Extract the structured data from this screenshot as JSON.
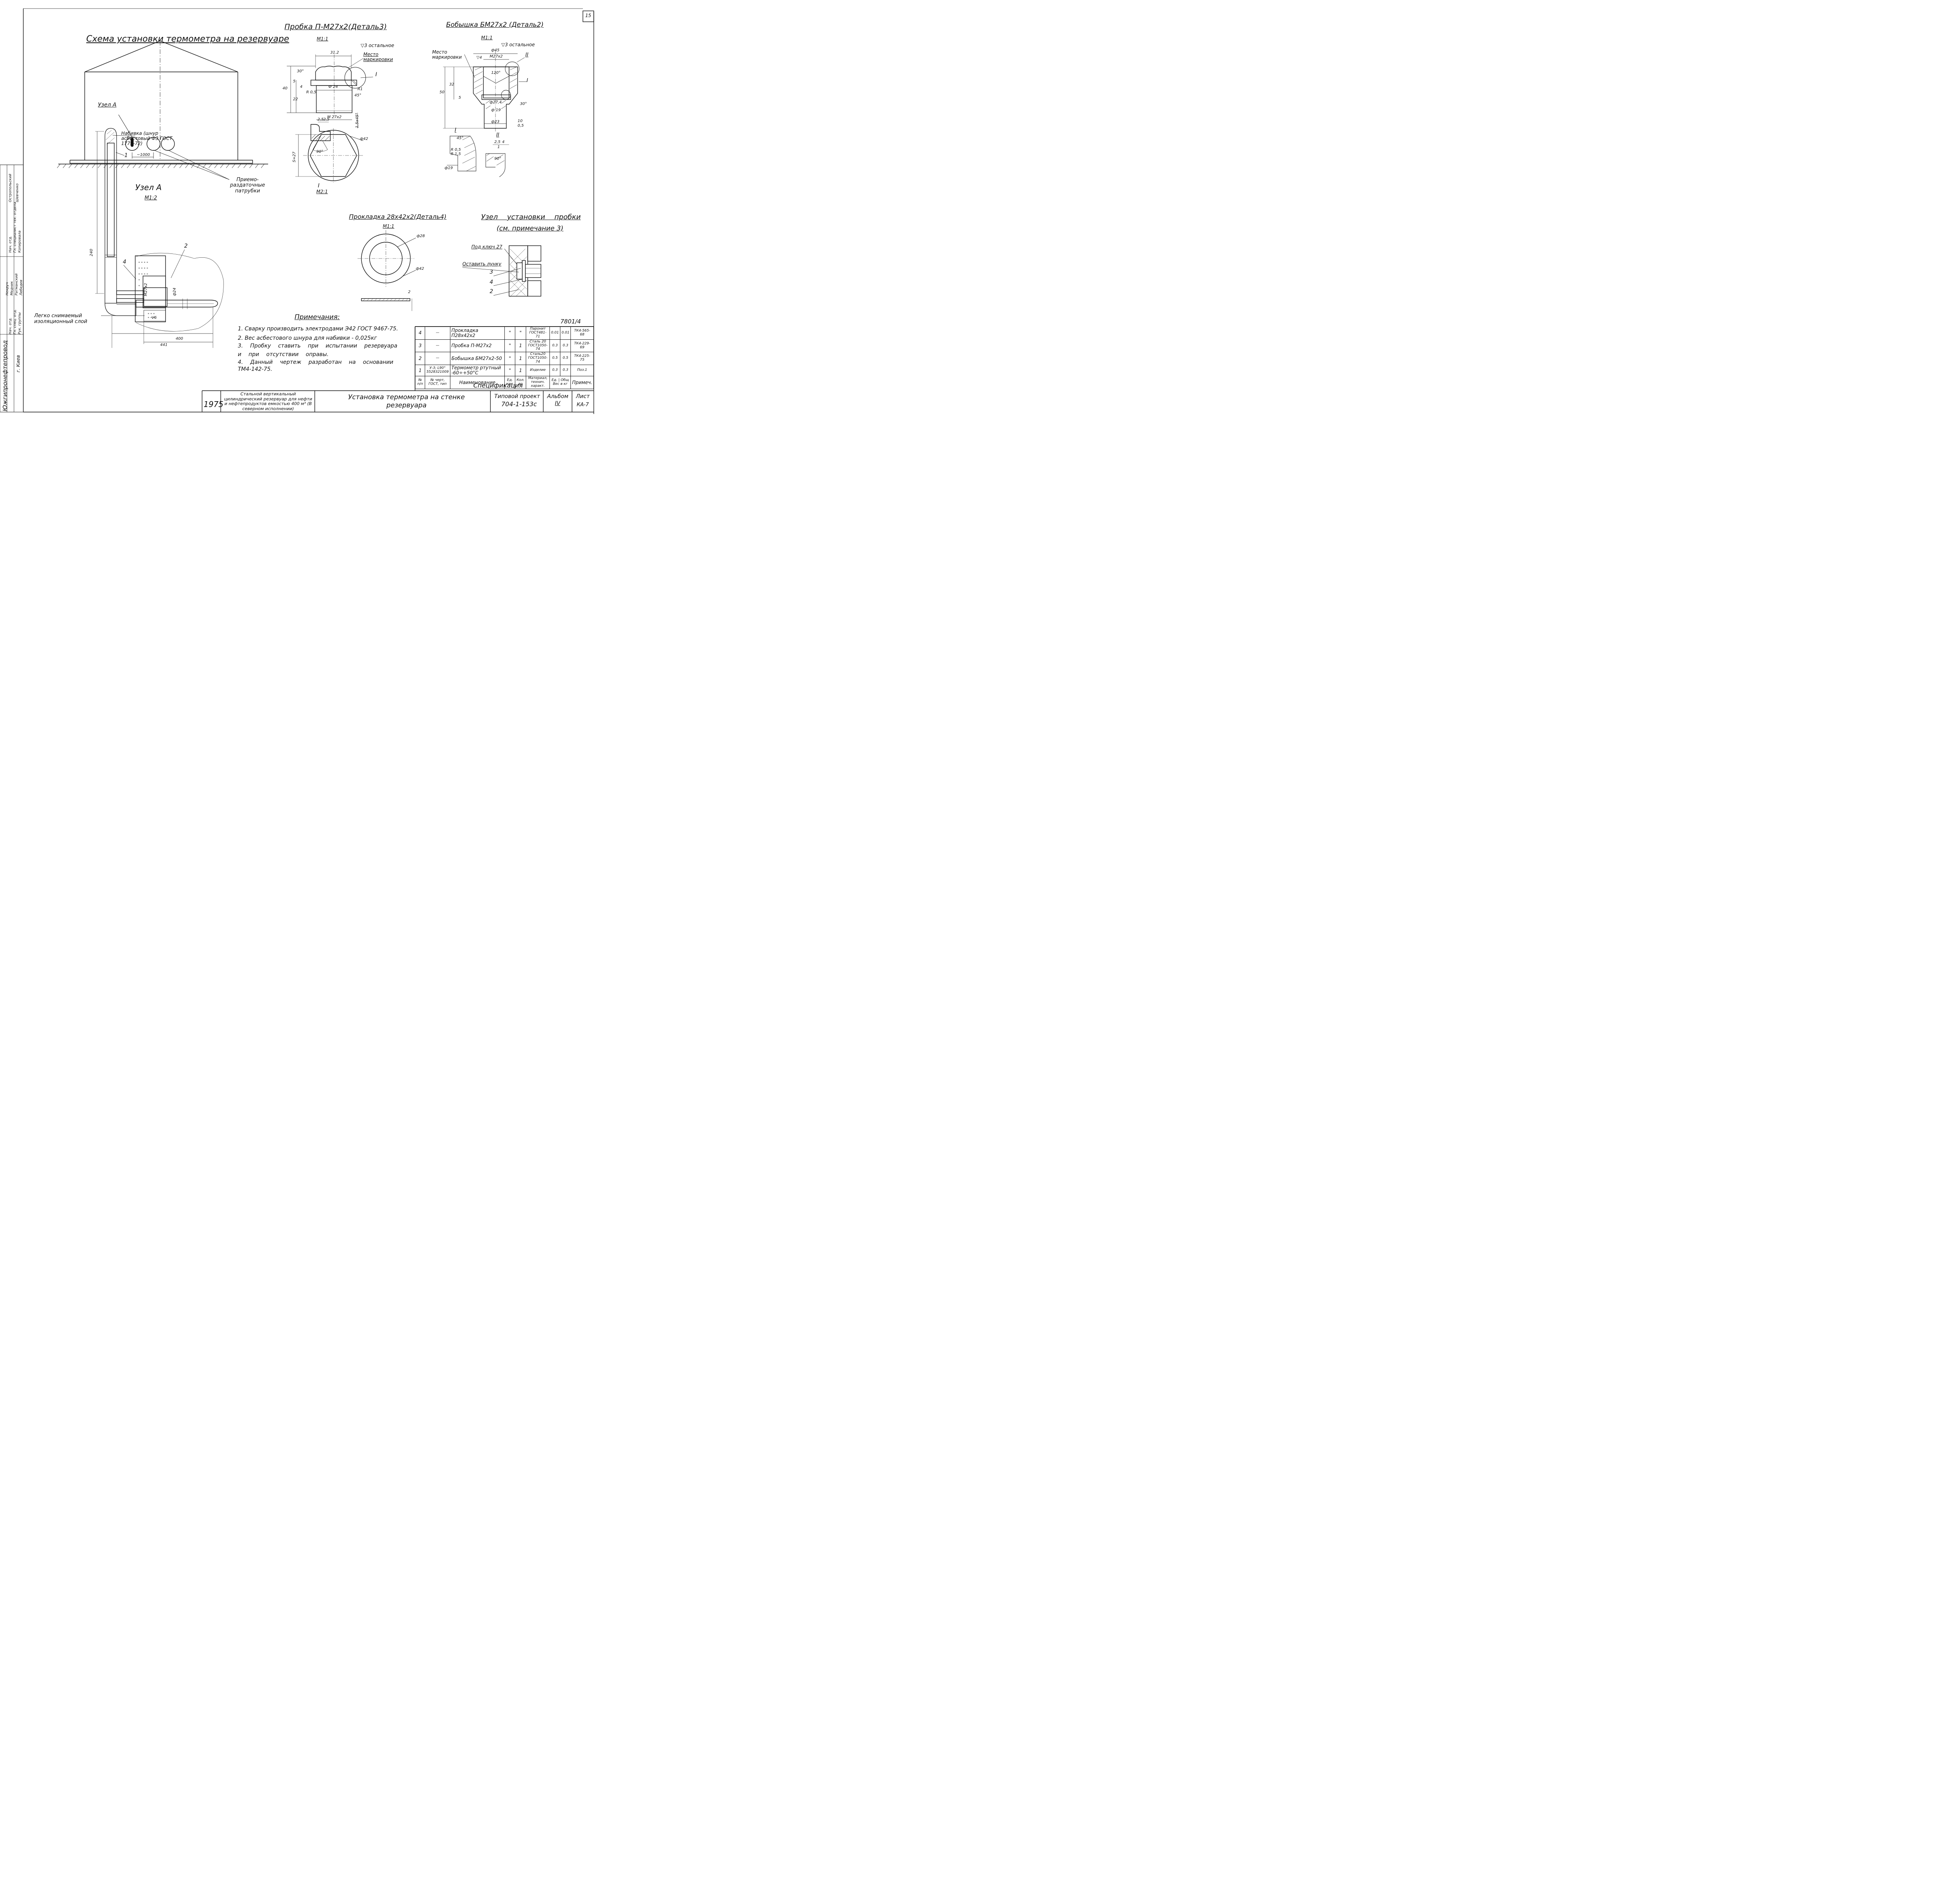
{
  "sheet_no": "15",
  "code_top": "7801/4",
  "schema": {
    "title": "Схема установки термометра на резервуаре",
    "node_a": "Узел А",
    "dim": "~1000",
    "nozzles": "Приемо-раздаточные патрубки"
  },
  "plug": {
    "title": "Пробка П-М27x2(Деталь3)",
    "scale": "М1:1",
    "finish": "▽3 остальное",
    "mark": "Место маркировки",
    "d1": "31.2",
    "d2": "40",
    "d3": "5",
    "d4": "22",
    "d5": "4",
    "d6": "R 0,5",
    "d7": "Ф 24",
    "d8": "R1",
    "d9": "45°",
    "d10": "30°",
    "d11": "M 27x2",
    "d12": "1,5x45°",
    "ref": "I",
    "s": "S=27",
    "phi": "ф42"
  },
  "detail1": {
    "label": "I",
    "scale": "М2:1",
    "d1": "2,5",
    "d2": "2,5",
    "ang": "90°"
  },
  "boss": {
    "title": "Бобышка БМ27x2 (Деталь2)",
    "scale": "М1:1",
    "finish": "▽3 остальное",
    "mark": "Место маркировки",
    "d45": "ф45",
    "m27": "М27x2",
    "v4": "▽4",
    "ref2": "II",
    "ref1": "I",
    "d50": "50",
    "d32": "32",
    "d5": "5",
    "a120": "120°",
    "d274": "ф27,4",
    "d19": "ф 19",
    "d23": "ф23",
    "a30": "30°",
    "d10": "10",
    "d05": "0,5"
  },
  "det_i": {
    "label": "I",
    "a": "45°",
    "r1": "R 0,5",
    "r2": "R 1,5",
    "phi": "ф19"
  },
  "det_ii": {
    "label": "II",
    "d1": "2,5",
    "d2": "4",
    "d3": "1",
    "ang": "90°"
  },
  "gasket": {
    "title": "Прокладка 28x42x2(Деталь4)",
    "scale": "М1:1",
    "d28": "ф28",
    "d42": "ф42",
    "t": "2"
  },
  "plug_node": {
    "title": "Узел установки пробки",
    "note": "(см. примечание 3)",
    "key": "Под ключ 27",
    "hole": "Оставить лунку",
    "p3": "3",
    "p4": "4",
    "p2": "2"
  },
  "node_a": {
    "title": "Узел А",
    "scale": "М1:2",
    "pack": "Набивка (шнур асбестовый Ф3 ГОСТ 1779-72)",
    "d240": "240",
    "p1": "1",
    "p2": "2",
    "p4": "4",
    "m27": "М27x2",
    "d24": "ф24",
    "v6": "V6",
    "d400": "400",
    "d441": "441",
    "insul": "Легко снимаемый изоляционный слой"
  },
  "notes": {
    "title": "Примечания:",
    "items": [
      "1. Сварку производить электродами Э42 ГОСТ 9467-75.",
      "2. Вес асбестового шнура для набивки - 0,025кг",
      "3. Пробку ставить при испытании резервуара",
      "и при отсутствии оправы.",
      "4. Данный чертеж разработан на основании",
      "ТМ4-142-75."
    ]
  },
  "spec": {
    "title": "Спецификация",
    "rows": [
      {
        "n": "4",
        "doc": "—",
        "name": "Прокладка П28x42x2",
        "unit": "\"",
        "qty": "\"",
        "mat": "Паронит ГОСТ481-71",
        "w1": "0.01",
        "w2": "0.01",
        "note": "ТК4-565-68"
      },
      {
        "n": "3",
        "doc": "—",
        "name": "Пробка П-М27x2",
        "unit": "\"",
        "qty": "1",
        "mat": "Сталь 20 ГОСТ1050-74",
        "w1": "0.3",
        "w2": "0.3",
        "note": "ТК4-229-69"
      },
      {
        "n": "2",
        "doc": "—",
        "name": "Бобышка БМ27x2-50",
        "unit": "\"",
        "qty": "1",
        "mat": "Сталь20 ГОСТ1050-74",
        "w1": "0.5",
        "w2": "0.5",
        "note": "ТК4-225-75"
      },
      {
        "n": "1",
        "doc": "У-3; L90° 5528321009",
        "name": "Термометр ртутный -60÷+50°С",
        "unit": "\"",
        "qty": "1",
        "mat": "Изделие",
        "w1": "0.3",
        "w2": "0.3",
        "note": "Поз.1"
      }
    ],
    "head": {
      "n": "№ п/п",
      "doc": "№ черт, ГОСТ, тип",
      "name": "Наименование",
      "unit": "Ед. изм.",
      "qty": "Кол. во",
      "mat": "Материал, технич. характ.",
      "w": "Ед. | Общ",
      "wt": "Вес в кг",
      "note": "Примеч."
    }
  },
  "titleblock": {
    "year": "1975",
    "object": "Стальной вертикальный цилиндрический резервуар для нефти и нефтепродуктов емкостью 400 м³ (В северном исполнении)",
    "name": "Установка термометра на стенке резервуара",
    "proj_label": "Типовой проект",
    "proj": "704-1-153с",
    "album_label": "Альбом",
    "album": "IV",
    "list_label": "Лист",
    "list": "КА-7"
  },
  "org": {
    "name": "Южгипронефтепровод",
    "city": "г. Киев"
  },
  "signers": [
    "Нач. отд.",
    "Гл. спец. отд.",
    "Рук. группы",
    "Ст. инж.",
    "Нач. отд.",
    "Гл. специалист тех. отдела",
    "Копировала"
  ],
  "signer_names": [
    "Некруч",
    "Медник",
    "Ратманский",
    "Лебедев",
    "Остропольский",
    "Шевченко"
  ]
}
